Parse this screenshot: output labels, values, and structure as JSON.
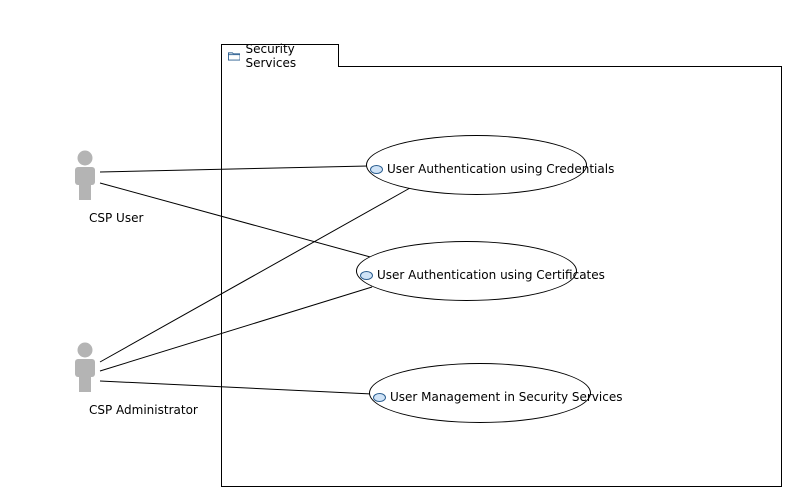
{
  "package": {
    "title": "Security Services",
    "icon": "folder-icon"
  },
  "actors": [
    {
      "id": "csp-user",
      "label": "CSP User",
      "icon": "actor-icon"
    },
    {
      "id": "csp-admin",
      "label": "CSP Administrator",
      "icon": "actor-icon"
    }
  ],
  "use_cases": [
    {
      "id": "uc-credentials",
      "label": "User Authentication using Credentials",
      "icon": "usecase-icon"
    },
    {
      "id": "uc-certificates",
      "label": "User Authentication using Certificates",
      "icon": "usecase-icon"
    },
    {
      "id": "uc-management",
      "label": "User Management in Security Services",
      "icon": "usecase-icon"
    }
  ],
  "associations": [
    {
      "from": "csp-user",
      "to": "uc-credentials"
    },
    {
      "from": "csp-user",
      "to": "uc-certificates"
    },
    {
      "from": "csp-admin",
      "to": "uc-credentials"
    },
    {
      "from": "csp-admin",
      "to": "uc-certificates"
    },
    {
      "from": "csp-admin",
      "to": "uc-management"
    }
  ],
  "colors": {
    "actor_fill": "#b4b4b4",
    "usecase_icon_fill": "#cfe3f7",
    "usecase_icon_stroke": "#2a5d8f",
    "folder_stroke": "#2a5d8f",
    "line": "#000000"
  }
}
